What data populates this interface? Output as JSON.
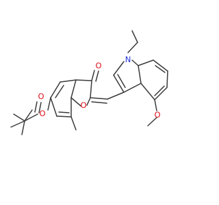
{
  "molecule": {
    "atoms": {
      "n1": {
        "symbol": "N",
        "color": "#2233dd"
      },
      "o_methoxy": {
        "symbol": "O",
        "color": "#e0141e"
      },
      "o_ketone": {
        "symbol": "O",
        "color": "#e0141e"
      },
      "o_furan": {
        "symbol": "O",
        "color": "#e0141e"
      },
      "o_ester_single": {
        "symbol": "O",
        "color": "#e0141e"
      },
      "o_carbonyl": {
        "symbol": "O",
        "color": "#e0141e"
      }
    },
    "bond_color": "#3a3a3a"
  }
}
